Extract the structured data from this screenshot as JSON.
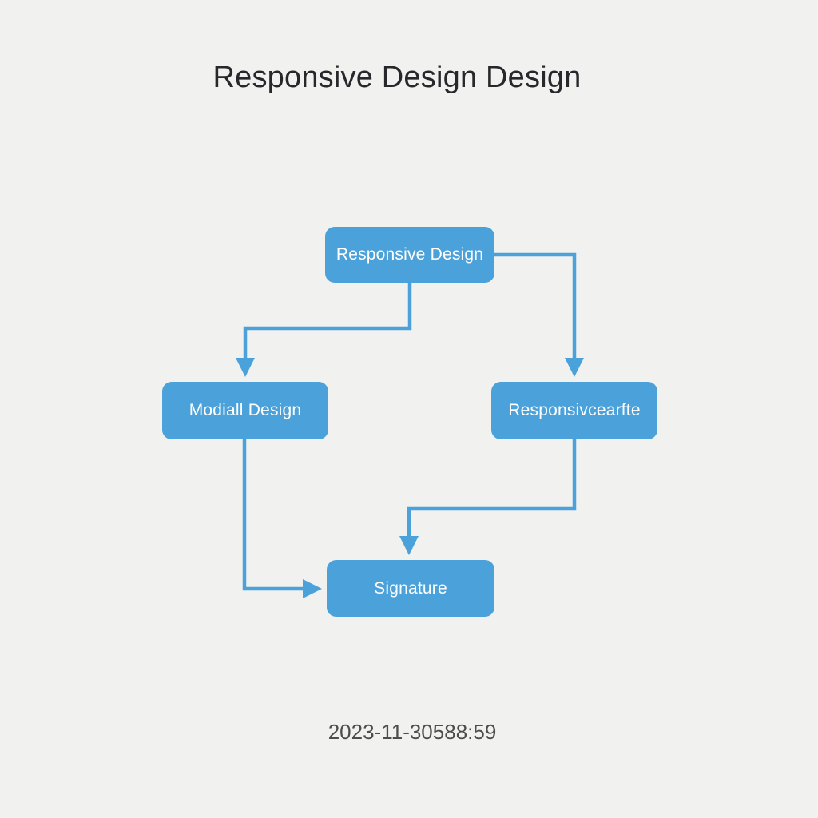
{
  "title": "Responsive Design Design",
  "diagram": {
    "nodes": {
      "top": {
        "label": "Responsive Design"
      },
      "left": {
        "label": "Modiall Design"
      },
      "right": {
        "label": "Responsivcearfte"
      },
      "bottom": {
        "label": "Signature"
      }
    },
    "connections": [
      {
        "from": "top",
        "to": "left"
      },
      {
        "from": "top",
        "to": "right"
      },
      {
        "from": "left",
        "to": "bottom"
      },
      {
        "from": "right",
        "to": "bottom"
      }
    ]
  },
  "footer": {
    "timestamp": "2023-11-30588:59"
  },
  "colors": {
    "background": "#f1f1f0",
    "node_fill": "#4ba1d9",
    "node_text": "#ffffff",
    "connector": "#4ba1d9",
    "title_text": "#28282c",
    "footer_text": "#4d4d4d"
  }
}
